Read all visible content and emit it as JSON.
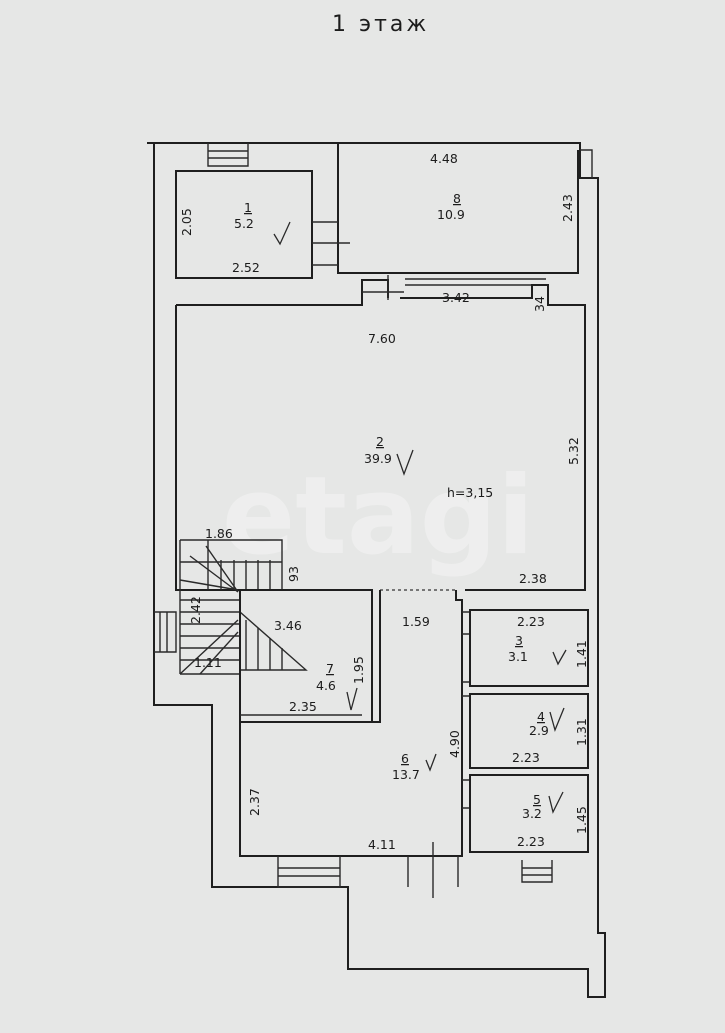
{
  "title": "1 этаж",
  "watermark": "etagi",
  "ceiling_height": "h=3,15",
  "rooms": [
    {
      "number": "1",
      "area": "5.2"
    },
    {
      "number": "2",
      "area": "39.9"
    },
    {
      "number": "3",
      "area": "3.1"
    },
    {
      "number": "4",
      "area": "2.9"
    },
    {
      "number": "5",
      "area": "3.2"
    },
    {
      "number": "6",
      "area": "13.7"
    },
    {
      "number": "7",
      "area": "4.6"
    },
    {
      "number": "8",
      "area": "10.9"
    }
  ],
  "dimensions": {
    "room8_width": "4.48",
    "room8_height": "2.43",
    "room1_height": "2.05",
    "room1_width": "2.52",
    "opening_width": "3.42",
    "wall_34": "34",
    "room2_width": "7.60",
    "room2_height": "5.32",
    "stair_width": "1.86",
    "stair_93": "93",
    "room2_bottom": "2.38",
    "stair_side": "2.42",
    "stair_1_11": "1.11",
    "stair_3_46": "3.46",
    "corridor_1_59": "1.59",
    "room7_height": "1.95",
    "room7_width": "2.35",
    "room6_depth": "4.90",
    "room6_height": "2.37",
    "room6_width": "4.11",
    "room3_width": "2.23",
    "room3_height": "1.41",
    "room4_width": "2.23",
    "room4_height": "1.31",
    "room5_width": "2.23",
    "room5_height": "1.45"
  }
}
